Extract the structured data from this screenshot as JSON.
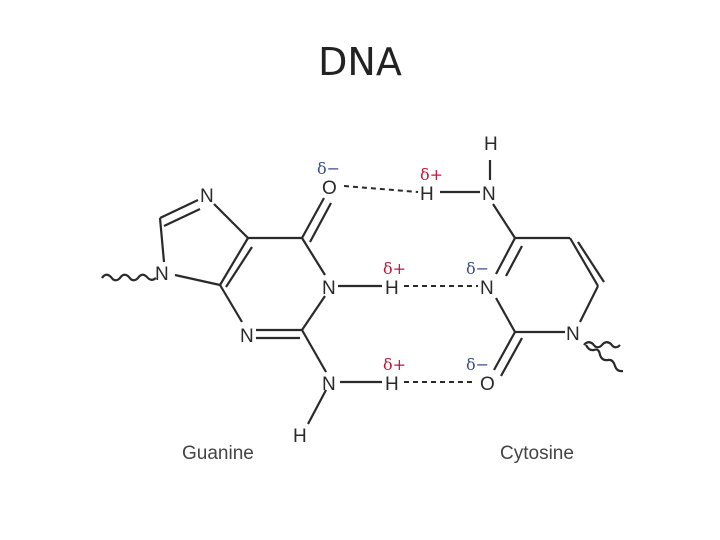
{
  "title": "DNA",
  "colors": {
    "positive": "#c4173a",
    "negative": "#3a4f8a",
    "ink": "#2a2a2a"
  },
  "atoms": {
    "n": "N",
    "h": "H",
    "o": "O"
  },
  "charges": {
    "delta_plus": "δ+",
    "delta_minus": "δ−"
  },
  "labels": {
    "guanine": "Guanine",
    "cytosine": "Cytosine"
  }
}
